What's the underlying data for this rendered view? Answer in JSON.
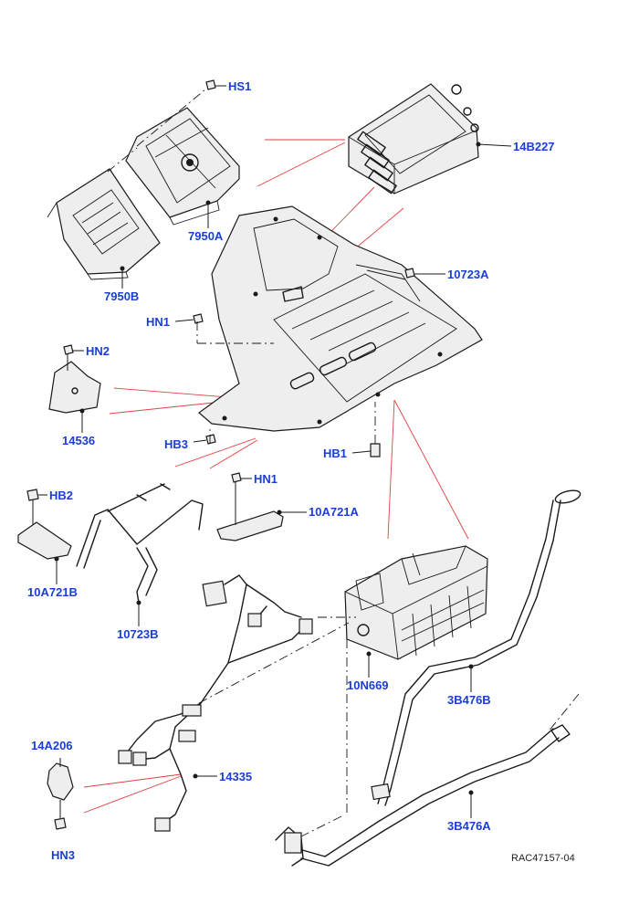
{
  "diagram": {
    "labels": {
      "hs1": "HS1",
      "p14b227": "14B227",
      "p7950a": "7950A",
      "p7950b": "7950B",
      "p10723a": "10723A",
      "hn1_top": "HN1",
      "hn2": "HN2",
      "p14536": "14536",
      "hb3": "HB3",
      "hb1": "HB1",
      "hn1_mid": "HN1",
      "hb2": "HB2",
      "p10a721a": "10A721A",
      "p10a721b": "10A721B",
      "p10723b": "10723B",
      "p10n669": "10N669",
      "p3b476b": "3B476B",
      "p14a206": "14A206",
      "p14335": "14335",
      "p3b476a": "3B476A",
      "hn3": "HN3"
    },
    "reference": "RAC47157-04"
  },
  "colors": {
    "label": "#1a3fd1",
    "linework": "#1a1a1a",
    "callout_line": "#e04040"
  }
}
